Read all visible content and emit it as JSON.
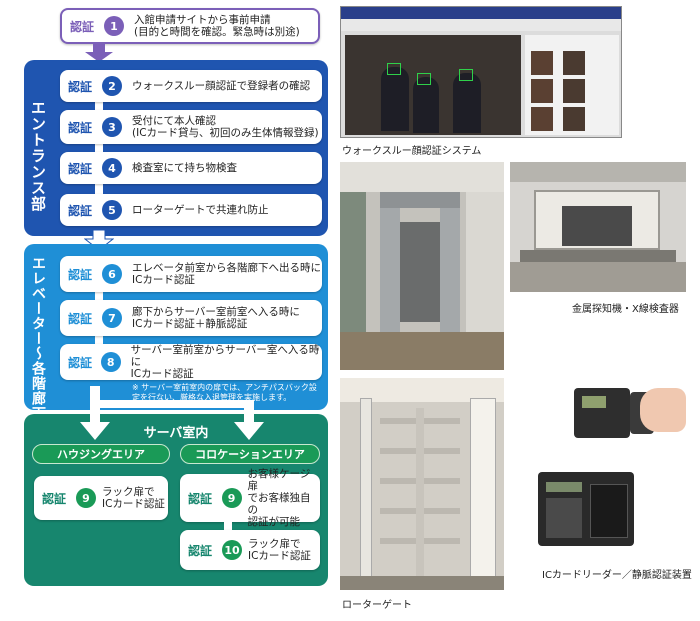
{
  "tag": "認証",
  "steps": [
    {
      "n": "1",
      "text1": "入館申請サイトから事前申請",
      "text2": "(目的と時間を確認。緊急時は別途)"
    },
    {
      "n": "2",
      "text1": "ウォークスルー顔認証で登録者の確認",
      "text2": ""
    },
    {
      "n": "3",
      "text1": "受付にて本人確認",
      "text2": "(ICカード貸与、初回のみ生体情報登録)"
    },
    {
      "n": "4",
      "text1": "検査室にて持ち物検査",
      "text2": ""
    },
    {
      "n": "5",
      "text1": "ローターゲートで共連れ防止",
      "text2": ""
    },
    {
      "n": "6",
      "text1": "エレベータ前室から各階廊下へ出る時に",
      "text2": "ICカード認証"
    },
    {
      "n": "7",
      "text1": "廊下からサーバー室前室へ入る時に",
      "text2": "ICカード認証＋静脈認証"
    },
    {
      "n": "8",
      "text1": "サーバー室前室からサーバー室へ入る時に",
      "text2": "ICカード認証"
    }
  ],
  "sections": {
    "entrance": "エントランス部",
    "elevator": "エレベーター～各階廊下",
    "server": "サーバ室内"
  },
  "note": "※ サーバー室前室内の扉では、アンチパスバック設定を行ない、厳格な入退管理を実施します。",
  "housing": {
    "label": "ハウジングエリア",
    "step": {
      "n": "9",
      "text1": "ラック扉で",
      "text2": "ICカード認証"
    }
  },
  "colocation": {
    "label": "コロケーションエリア",
    "steps": [
      {
        "n": "9",
        "text1": "お客様ケージ扉",
        "text2": "でお客様独自の",
        "text3": "認証が可能"
      },
      {
        "n": "10",
        "text1": "ラック扉で",
        "text2": "ICカード認証"
      }
    ]
  },
  "captions": {
    "face": "ウォークスルー顔認証システム",
    "metal": "金属探知機・X線検査器",
    "rotor": "ローターゲート",
    "reader": "ICカードリーダー／静脈認証装置"
  },
  "colors": {
    "purple": "#7b5fb8",
    "entrance": "#1f55b0",
    "elevator": "#1f8fd6",
    "server": "#17866e",
    "green": "#1a9a57"
  }
}
